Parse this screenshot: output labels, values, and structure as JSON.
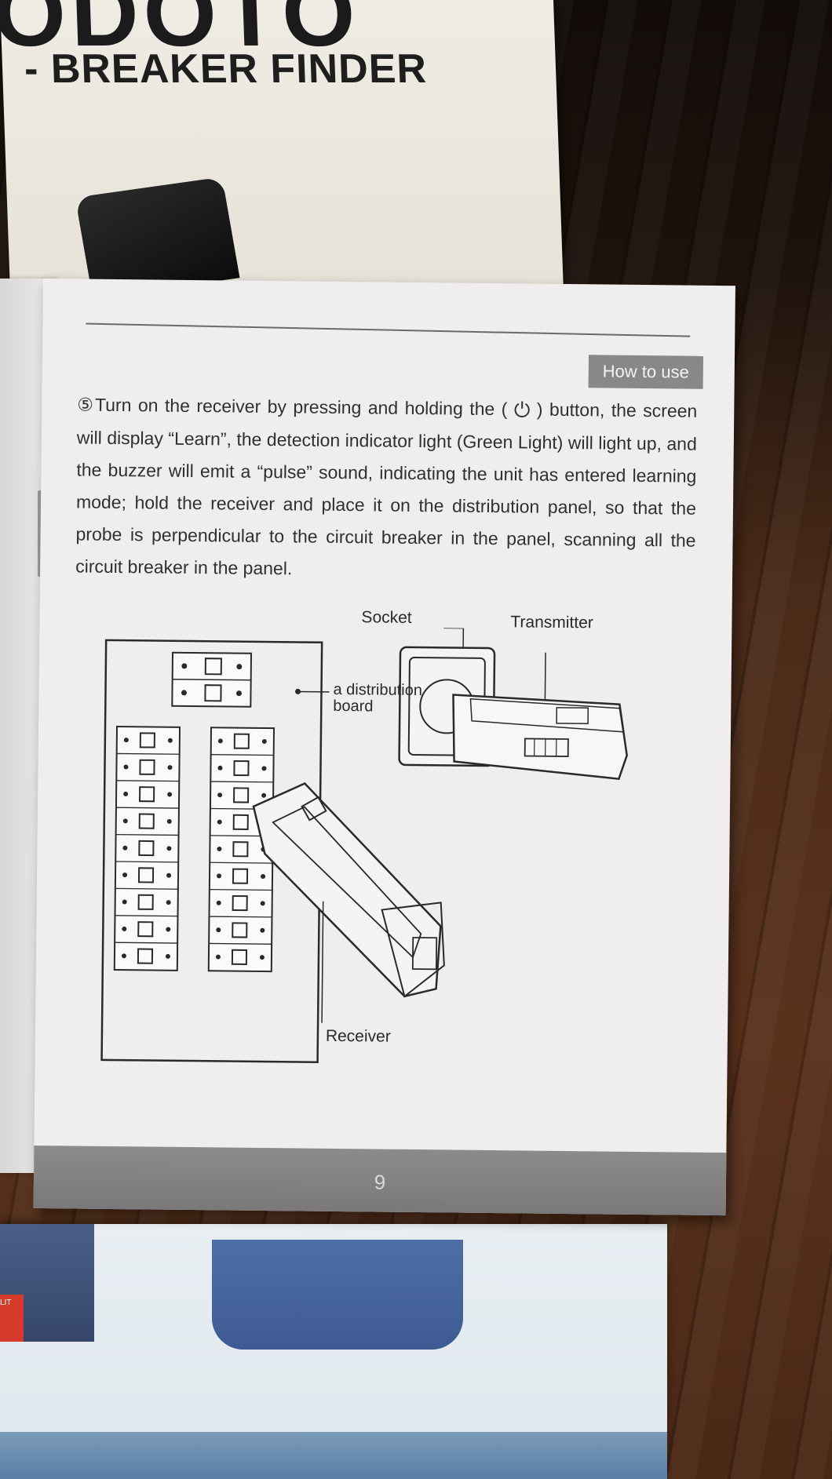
{
  "box": {
    "brand_fragment": "ODOTO",
    "subtitle_fragment": "BREAKER FINDER",
    "side_label_fragment": "LIT"
  },
  "page": {
    "section_tag": "How to use",
    "instruction": {
      "step_marker": "⑤",
      "part1": "Turn on the receiver by pressing and holding the ( ",
      "power_icon": "power-icon",
      "part2": " ) button, the screen will display “Learn”, the detection indicator light (Green Light) will light up, and the buzzer will emit a “pulse” sound, indicating the unit has entered learning mode; hold the receiver and place it on the distribution panel, so that the probe is perpendicular to the circuit breaker in the panel, scanning all the circuit breaker in the panel."
    },
    "figure": {
      "label_socket": "Socket",
      "label_transmitter": "Transmitter",
      "label_board": "a distribution board",
      "label_receiver": "Receiver"
    },
    "page_number": "9"
  }
}
